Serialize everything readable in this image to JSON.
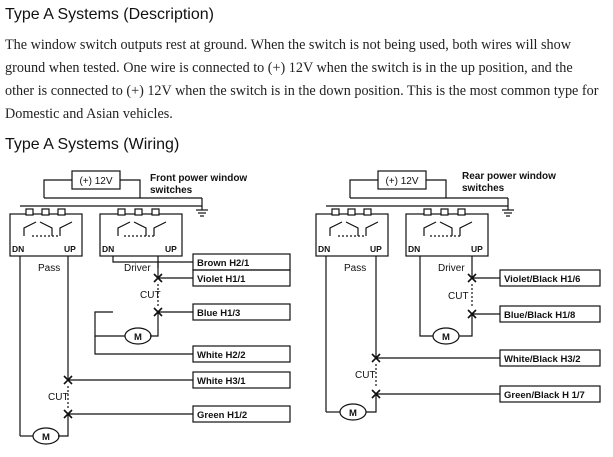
{
  "description": {
    "heading": "Type A Systems (Description)",
    "body": "The window switch outputs rest at ground. When the switch is not being used, both wires will show ground when tested. One wire is connected to (+) 12V when the switch is in the up position, and the other is connected to (+) 12V when the switch is in the down position. This is the most common type for Domestic and Asian vehicles."
  },
  "wiring": {
    "heading": "Type A Systems (Wiring)",
    "front": {
      "power": "(+) 12V",
      "title_line1": "Front power window",
      "title_line2": "switches",
      "dn": "DN",
      "up": "UP",
      "pass": "Pass",
      "driver": "Driver",
      "cut_upper": "CUT",
      "cut_lower": "CUT",
      "motor_upper": "M",
      "motor_lower": "M",
      "wires": [
        "Brown H2/1",
        "Violet H1/1",
        "Blue H1/3",
        "White H2/2",
        "White H3/1",
        "Green H1/2"
      ]
    },
    "rear": {
      "power": "(+) 12V",
      "title_line1": "Rear power window",
      "title_line2": "switches",
      "dn": "DN",
      "up": "UP",
      "pass": "Pass",
      "driver": "Driver",
      "cut_upper": "CUT",
      "cut_lower": "CUT",
      "motor_upper": "M",
      "motor_lower": "M",
      "wires": [
        "Violet/Black H1/6",
        "Blue/Black H1/8",
        "White/Black H3/2",
        "Green/Black H 1/7"
      ]
    }
  }
}
